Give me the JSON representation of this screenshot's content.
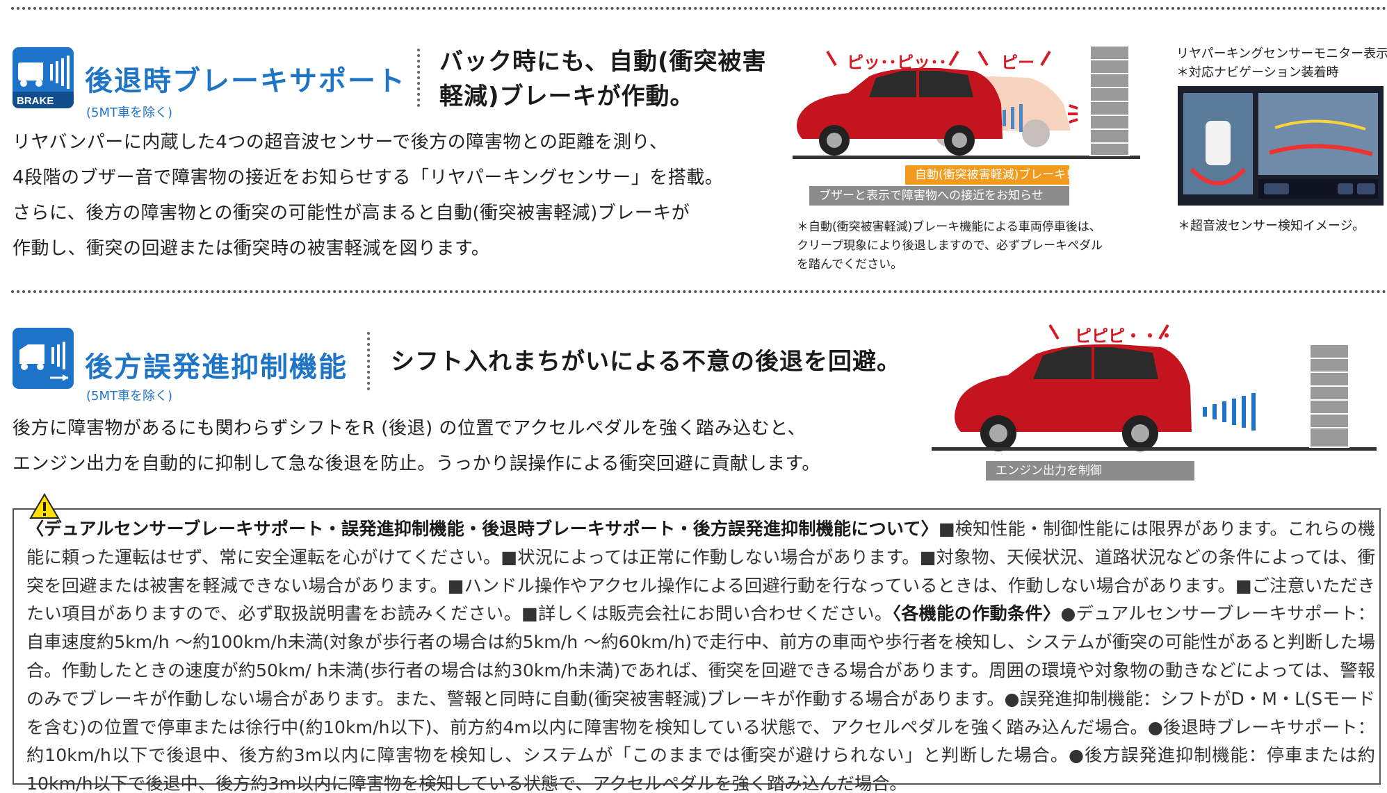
{
  "section1": {
    "title": "後退時ブレーキサポート",
    "icon_label": "BRAKE",
    "note": "(5MT車を除く)",
    "headline_line1": "バック時にも、自動(衝突被害",
    "headline_line2": "軽減)ブレーキが作動。",
    "body_lines": [
      "リヤバンパーに内蔵した4つの超音波センサーで後方の障害物との距離を測り、",
      "4段階のブザー音で障害物の接近をお知らせする「リヤパーキングセンサー」を搭載。",
      "さらに、後方の障害物との衝突の可能性が高まると自動(衝突被害軽減)ブレーキが",
      "作動し、衝突の回避または衝突時の被害軽減を図ります。"
    ],
    "diagram": {
      "sound1": "ピッ･･ピッ･･",
      "sound2": "ピー",
      "bar_orange": "自動(衝突被害軽減)ブレーキ!",
      "bar_gray": "ブザーと表示で障害物への接近をお知らせ",
      "footnote_lines": [
        "＊自動(衝突被害軽減)ブレーキ機能による車両停車後は、",
        "クリープ現象により後退しますので、必ずブレーキペダル",
        "を踏んでください。"
      ]
    },
    "monitor": {
      "caption_line1": "リヤパーキングセンサーモニター表示",
      "caption_line2": "＊対応ナビゲーション装着時",
      "footnote": "＊超音波センサー検知イメージ。"
    }
  },
  "section2": {
    "title": "後方誤発進抑制機能",
    "note": "(5MT車を除く)",
    "headline": "シフト入れまちがいによる不意の後退を回避。",
    "body_lines": [
      "後方に障害物があるにも関わらずシフトをR (後退) の位置でアクセルペダルを強く踏み込むと、",
      "エンジン出力を自動的に抑制して急な後退を防止。うっかり誤操作による衝突回避に貢献します。"
    ],
    "diagram": {
      "sound": "ピピピ・・・",
      "bar_gray": "エンジン出力を制御"
    }
  },
  "warning": {
    "heading": "〈デュアルセンサーブレーキサポート・誤発進抑制機能・後退時ブレーキサポート・後方誤発進抑制機能について〉",
    "text1": "■検知性能・制御性能には限界があります。これらの機能に頼った運転はせず、常に安全運転を心がけてください。■状況によっては正常に作動しない場合があります。■対象物、天候状況、道路状況などの条件によっては、衝突を回避または被害を軽減できない場合があります。■ハンドル操作やアクセル操作による回避行動を行なっているときは、作動しない場合があります。■ご注意いただきたい項目がありますので、必ず取扱説明書をお読みください。■詳しくは販売会社にお問い合わせください。",
    "heading2": "〈各機能の作動条件〉",
    "text2": "●デュアルセンサーブレーキサポート：自車速度約5km/h ～約100km/h未満(対象が歩行者の場合は約5km/h ～約60km/h)で走行中、前方の車両や歩行者を検知し、システムが衝突の可能性があると判断した場合。作動したときの速度が約50km/ h未満(歩行者の場合は約30km/h未満)であれば、衝突を回避できる場合があります。周囲の環境や対象物の動きなどによっては、警報のみでブレーキが作動しない場合があります。また、警報と同時に自動(衝突被害軽減)ブレーキが作動する場合があります。●誤発進抑制機能：シフトがD・M・L(Sモードを含む)の位置で停車または徐行中(約10km/h以下)、前方約4m以内に障害物を検知している状態で、アクセルペダルを強く踏み込んだ場合。●後退時ブレーキサポート：約10km/h以下で後退中、後方約3m以内に障害物を検知し、システムが「このままでは衝突が避けられない」と判断した場合。●後方誤発進抑制機能：停車または約10km/h以下で後退中、後方約3m以内に障害物を検知している状態で、アクセルペダルを強く踏み込んだ場合。"
  }
}
